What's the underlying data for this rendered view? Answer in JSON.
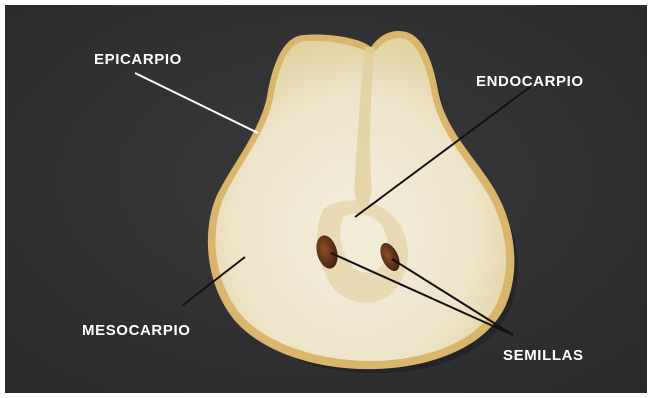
{
  "image": {
    "subject": "pear-cross-section",
    "background_color": "#333335",
    "flesh_color": "#f2ebd9",
    "skin_color": "#d8b56a",
    "seed_color": "#6b3a1a",
    "pointer_color": "#111111",
    "label_color": "#ffffff"
  },
  "labels": {
    "epicarpio": "EPICARPIO",
    "endocarpio": "ENDOCARPIO",
    "mesocarpio": "MESOCARPIO",
    "semillas": "SEMILLAS"
  }
}
